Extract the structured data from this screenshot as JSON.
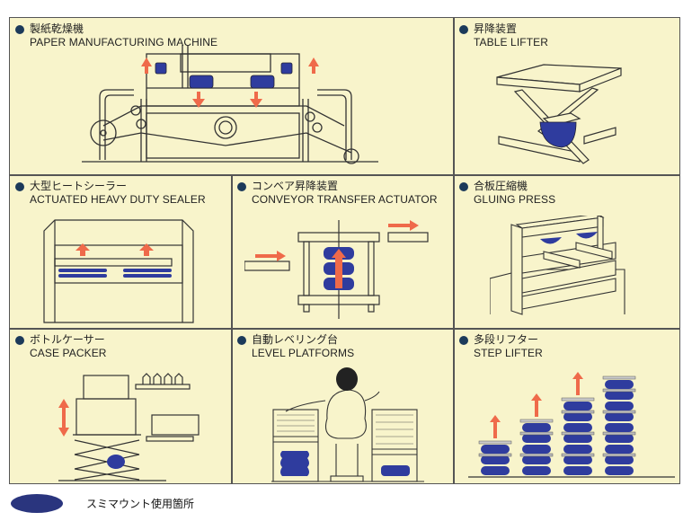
{
  "colors": {
    "background": "#f8f4cb",
    "mount_blue": "#2f3c9e",
    "arrow_orange": "#ef6a4a",
    "line": "#333333",
    "bullet": "#1c3a5a"
  },
  "panels": [
    {
      "jp": "製紙乾燥機",
      "en": "PAPER MANUFACTURING MACHINE",
      "icon": "paper-machine-illustration"
    },
    {
      "jp": "昇降装置",
      "en": "TABLE LIFTER",
      "icon": "table-lifter-illustration"
    },
    {
      "jp": "大型ヒートシーラー",
      "en": "ACTUATED HEAVY DUTY SEALER",
      "icon": "heat-sealer-illustration"
    },
    {
      "jp": "コンベア昇降装置",
      "en": "CONVEYOR TRANSFER ACTUATOR",
      "icon": "conveyor-actuator-illustration"
    },
    {
      "jp": "合板圧縮機",
      "en": "GLUING PRESS",
      "icon": "gluing-press-illustration"
    },
    {
      "jp": "ボトルケーサー",
      "en": "CASE PACKER",
      "icon": "case-packer-illustration"
    },
    {
      "jp": "自動レベリング台",
      "en": "LEVEL PLATFORMS",
      "icon": "level-platform-illustration"
    },
    {
      "jp": "多段リフター",
      "en": "STEP LIFTER",
      "icon": "step-lifter-illustration"
    }
  ],
  "legend": {
    "label": "スミマウント使用箇所",
    "icon": "blue-oval-marker"
  }
}
